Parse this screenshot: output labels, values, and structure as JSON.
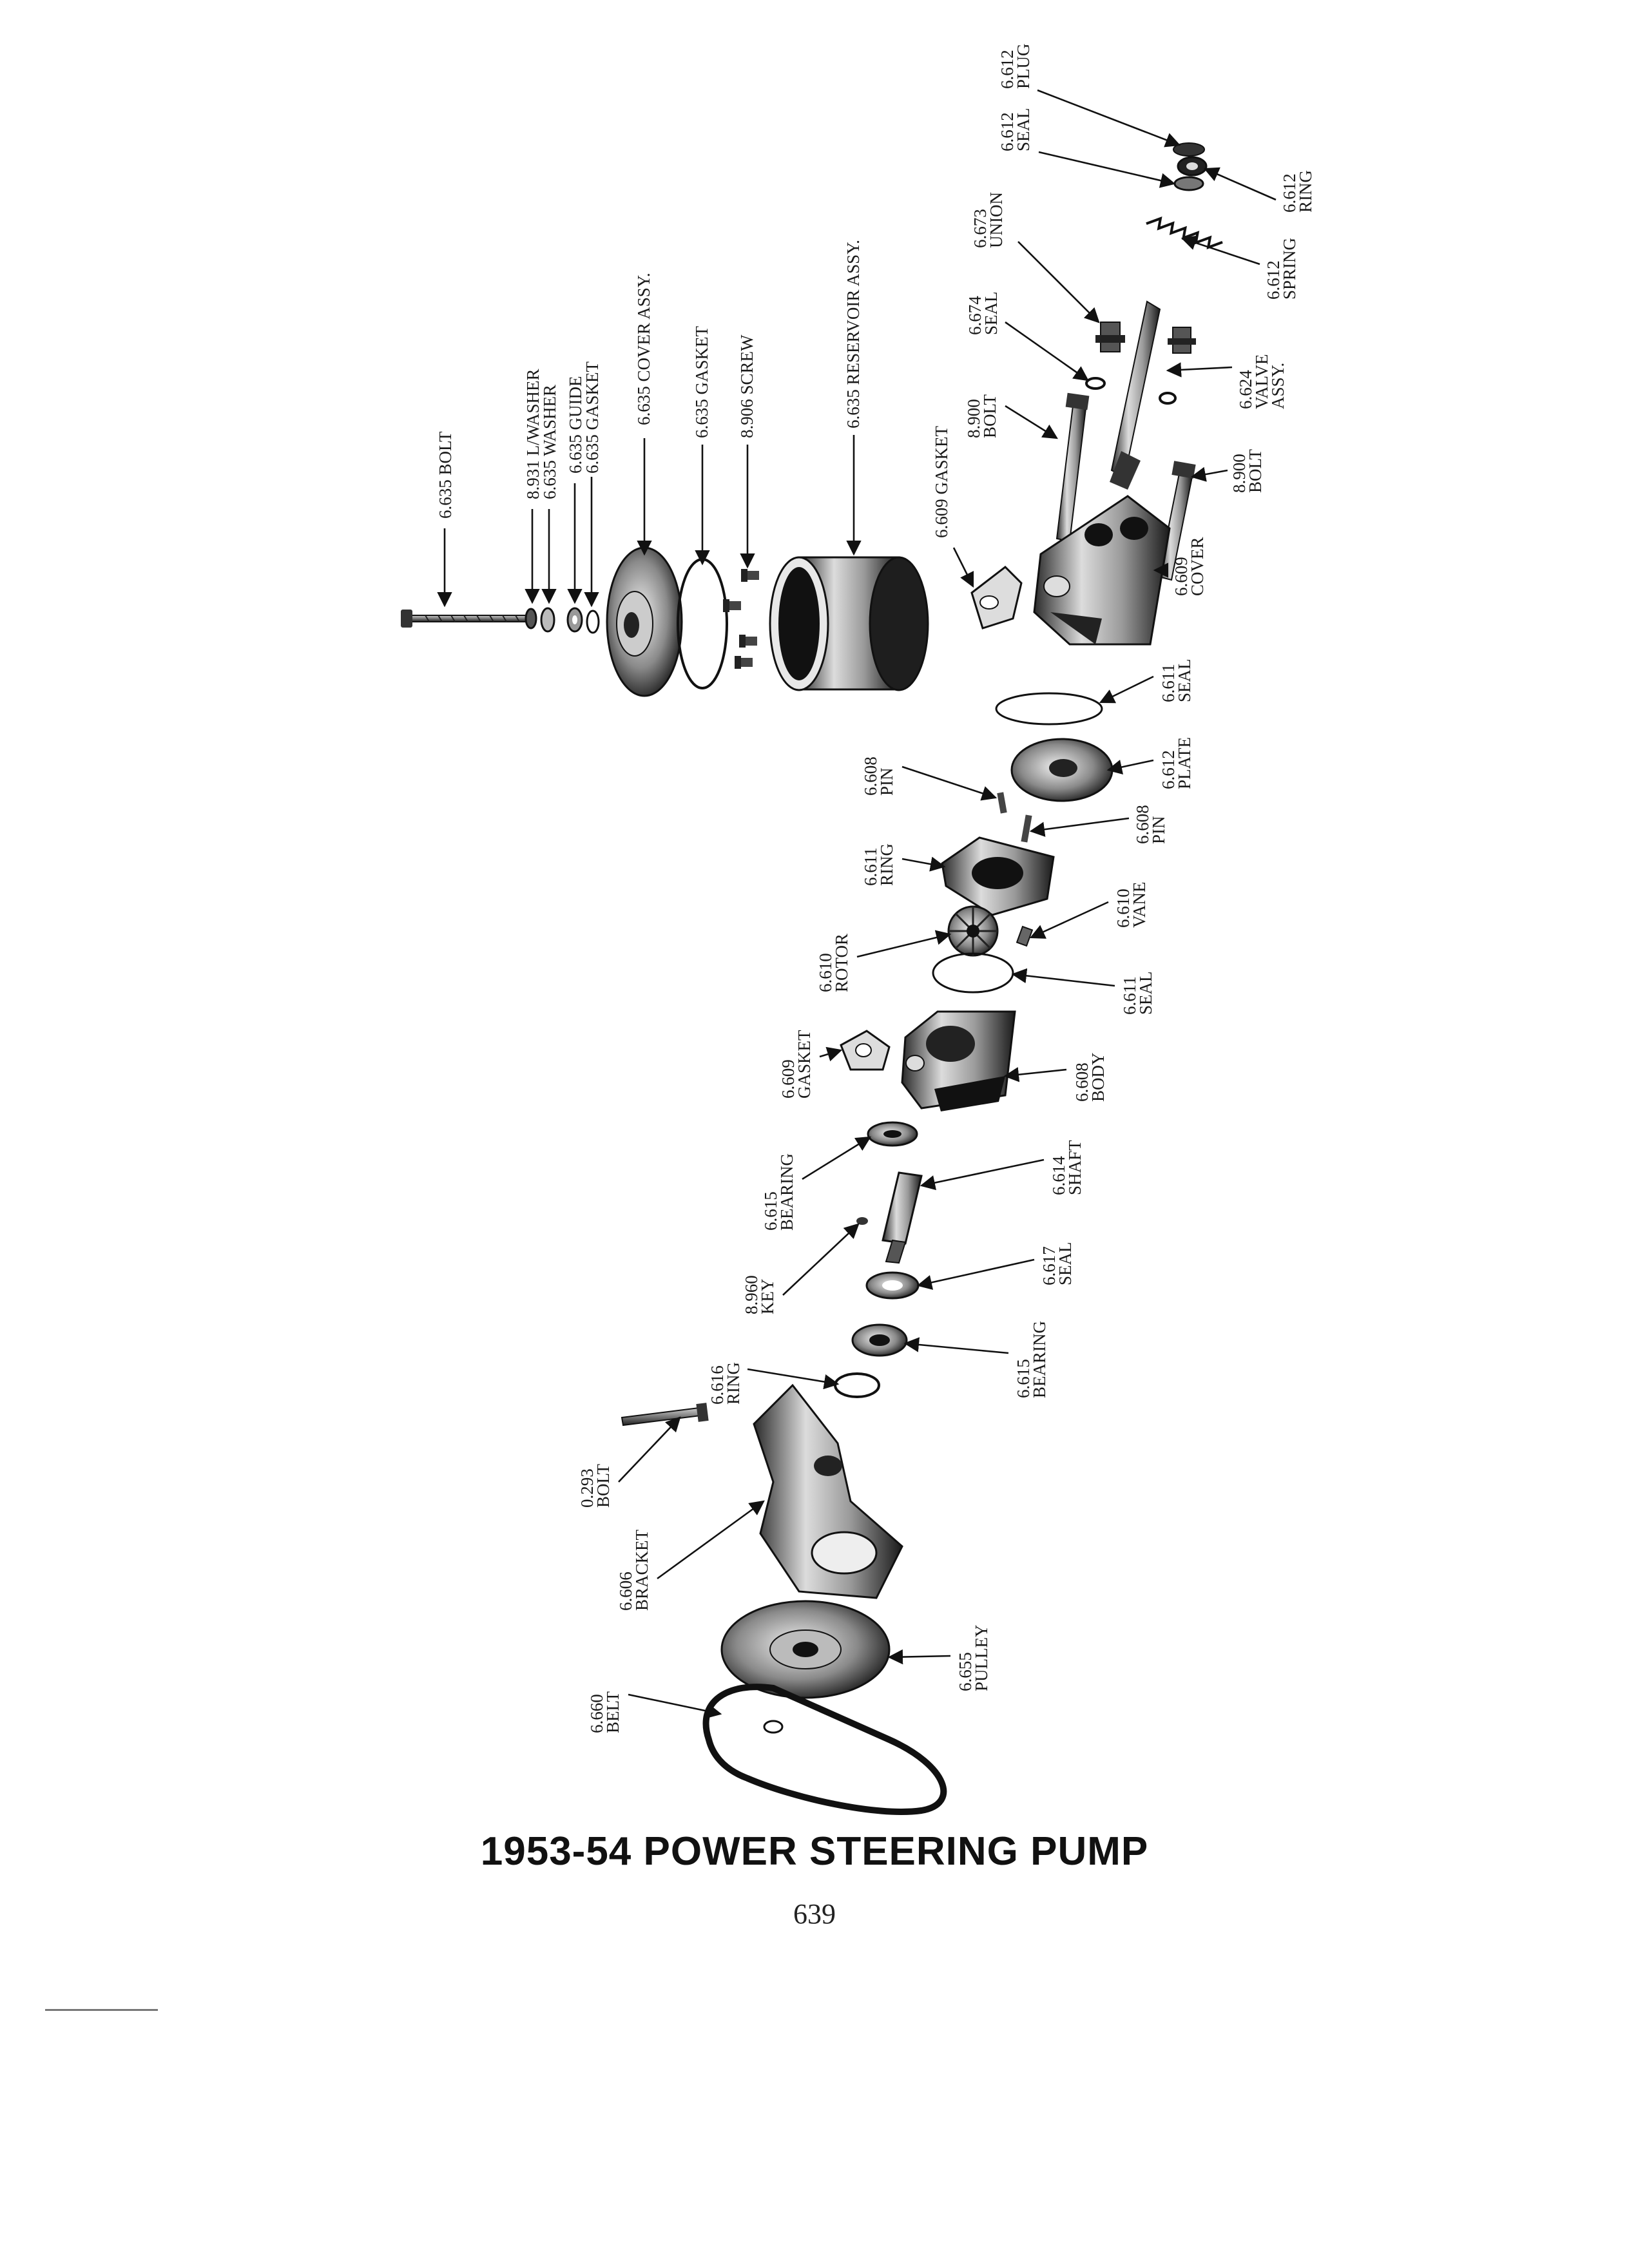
{
  "title": "1953-54 POWER STEERING PUMP",
  "page_number": "639",
  "callouts": {
    "c01": [
      "6.635 BOLT"
    ],
    "c02": [
      "8.931 L/WASHER"
    ],
    "c03": [
      "6.635 WASHER"
    ],
    "c04": [
      "6.635 GUIDE"
    ],
    "c05": [
      "6.635 GASKET"
    ],
    "c06": [
      "6.635 COVER ASSY."
    ],
    "c07": [
      "6.635 GASKET"
    ],
    "c08": [
      "8.906 SCREW"
    ],
    "c09": [
      "6.635 RESERVOIR ASSY."
    ],
    "c10": [
      "6.612",
      "PLUG"
    ],
    "c11": [
      "6.612",
      "SEAL"
    ],
    "c12": [
      "6.612",
      "RING"
    ],
    "c13": [
      "6.673",
      "UNION"
    ],
    "c14": [
      "6.612",
      "SPRING"
    ],
    "c15": [
      "6.674",
      "SEAL"
    ],
    "c16": [
      "6.624",
      "VALVE",
      "ASSY."
    ],
    "c17": [
      "8.900",
      "BOLT"
    ],
    "c18": [
      "8.900",
      "BOLT"
    ],
    "c19": [
      "6.609 GASKET"
    ],
    "c20": [
      "6.609",
      "COVER"
    ],
    "c21": [
      "6.611",
      "SEAL"
    ],
    "c22": [
      "6.608",
      "PIN"
    ],
    "c23": [
      "6.612",
      "PLATE"
    ],
    "c24": [
      "6.608",
      "PIN"
    ],
    "c25": [
      "6.611",
      "RING"
    ],
    "c26": [
      "6.610",
      "VANE"
    ],
    "c27": [
      "6.610",
      "ROTOR"
    ],
    "c28": [
      "6.611",
      "SEAL"
    ],
    "c29": [
      "6.609",
      "GASKET"
    ],
    "c30": [
      "6.608",
      "BODY"
    ],
    "c31": [
      "6.615",
      "BEARING"
    ],
    "c32": [
      "6.614",
      "SHAFT"
    ],
    "c33": [
      "8.960",
      "KEY"
    ],
    "c34": [
      "6.617",
      "SEAL"
    ],
    "c35": [
      "6.615",
      "BEARING"
    ],
    "c36": [
      "6.616",
      "RING"
    ],
    "c37": [
      "0.293",
      "BOLT"
    ],
    "c38": [
      "6.606",
      "BRACKET"
    ],
    "c39": [
      "6.655",
      "PULLEY"
    ],
    "c40": [
      "6.660",
      "BELT"
    ]
  },
  "parts": [
    "bolt-6635",
    "lockwasher-8931",
    "washer-6635",
    "guide-6635",
    "gasket-6635-small",
    "reservoir-cover",
    "reservoir-gasket",
    "screws-8906",
    "reservoir-body",
    "plug-6612",
    "seal-6612",
    "ring-6612",
    "spring-6612",
    "union-6673",
    "seal-6674",
    "valve-assy-6624",
    "bolt-8900-a",
    "bolt-8900-b",
    "gasket-6609-cover",
    "cover-6609",
    "seal-6611-upper",
    "pin-6608-a",
    "plate-6612",
    "pin-6608-b",
    "ring-6611",
    "vanes-6610",
    "rotor-6610",
    "seal-6611-lower",
    "gasket-6609-body",
    "body-6608",
    "bearing-6615-inner",
    "shaft-6614",
    "key-8960",
    "seal-6617",
    "bearing-6615-outer",
    "ring-6616",
    "bolt-0293",
    "bracket-6606",
    "pulley-6655",
    "belt-6660"
  ]
}
